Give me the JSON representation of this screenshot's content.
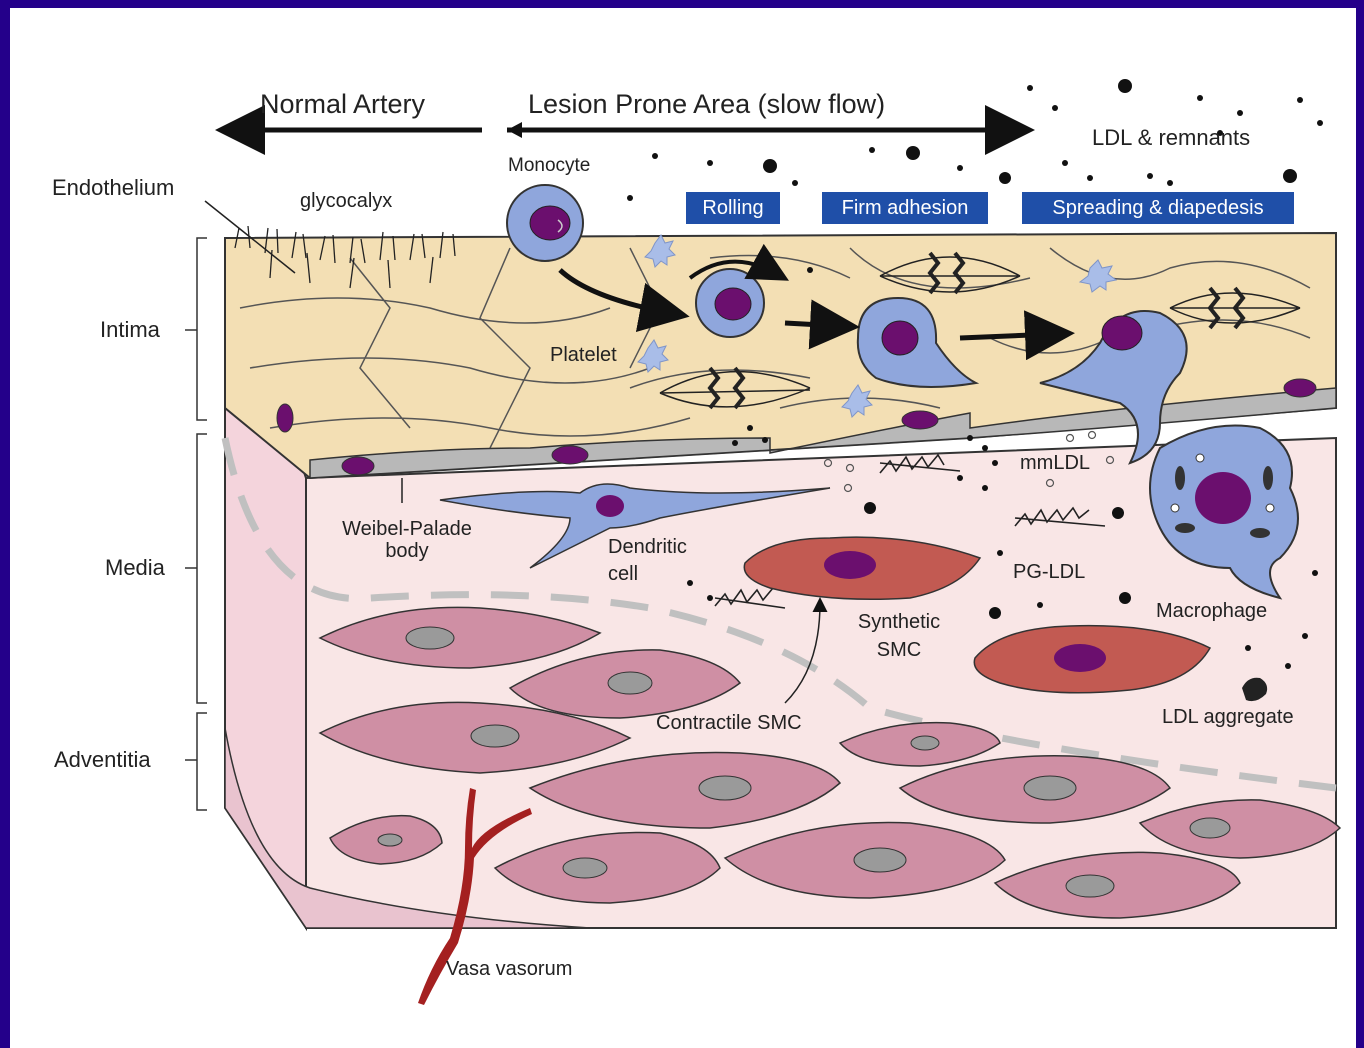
{
  "top_labels": {
    "normal_artery": "Normal Artery",
    "lesion_prone": "Lesion Prone Area (slow flow)",
    "ldl_remnants": "LDL & remnants"
  },
  "stage_tags": [
    "Rolling",
    "Firm adhesion",
    "Spreading & diapedesis"
  ],
  "layer_labels": {
    "endothelium": "Endothelium",
    "intima": "Intima",
    "media": "Media",
    "adventitia": "Adventitia"
  },
  "cell_labels": {
    "glycocalyx": "glycocalyx",
    "monocyte": "Monocyte",
    "platelet": "Platelet",
    "weibel_palade_line1": "Weibel-Palade",
    "weibel_palade_line2": "body",
    "dendritic_line1": "Dendritic",
    "dendritic_line2": "cell",
    "mmldl": "mmLDL",
    "pg_ldl": "PG-LDL",
    "synthetic_line1": "Synthetic",
    "synthetic_line2": "SMC",
    "macrophage": "Macrophage",
    "contractile_smc": "Contractile SMC",
    "ldl_aggregate": "LDL aggregate",
    "vasa_vasorum": "Vasa vasorum"
  },
  "colors": {
    "frame_border": "#24008a",
    "endothelial_cell": "#f3dfb4",
    "monocyte": "#8fa6dc",
    "nucleus": "#6b0f6e",
    "smc_contractile": "#cf8fa4",
    "smc_synthetic": "#c25a52",
    "tissue": "#f9e6e6",
    "vasa_vasorum": "#a42020",
    "tag_bg": "#1f4fa8"
  }
}
